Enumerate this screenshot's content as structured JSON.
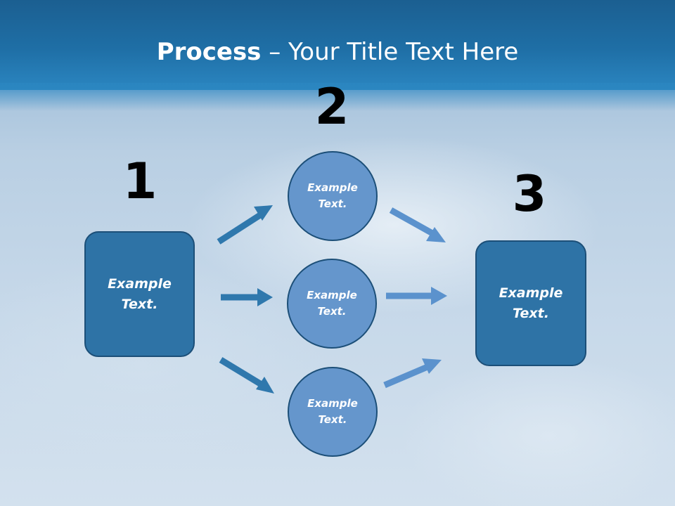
{
  "title": {
    "bold": "Process",
    "rest": " – Your Title Text Here"
  },
  "steps": [
    {
      "number": "1"
    },
    {
      "number": "2"
    },
    {
      "number": "3"
    }
  ],
  "boxes": {
    "left": "Example\nText.",
    "right": "Example\nText."
  },
  "circles": [
    "Example\nText.",
    "Example\nText.",
    "Example\nText."
  ],
  "colors": {
    "header": "#1f6fa6",
    "box_fill": "#2e73a6",
    "circle_fill": "#6596cc",
    "arrow_dark": "#2f78ad",
    "arrow_light": "#5b92cd"
  }
}
